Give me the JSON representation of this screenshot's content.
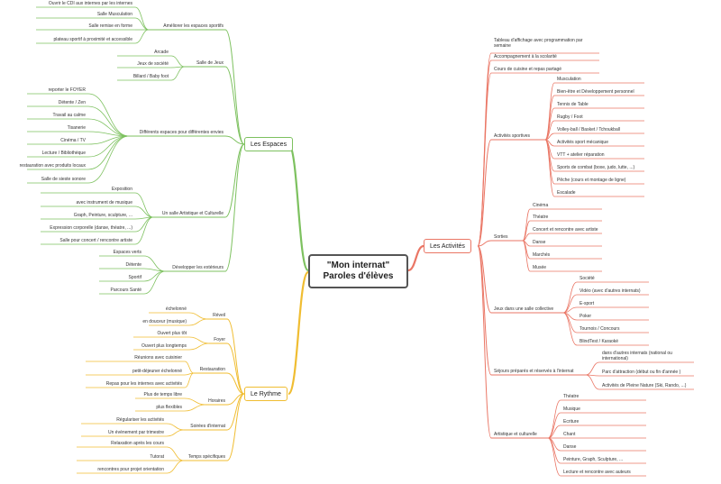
{
  "center": {
    "line1": "\"Mon internat\"",
    "line2": "Paroles d'élèves"
  },
  "colors": {
    "espaces": "#7dc15f",
    "rythme": "#f0bd32",
    "activites": "#ea7665",
    "center_border": "#555555"
  },
  "espaces": {
    "label": "Les Espaces",
    "groups": [
      {
        "label": "Améliorer les espaces sportifs",
        "items": [
          "Ouvrir le CDI aux internes par les internes",
          "Salle Musculation",
          "Salle remise en forme",
          "plateau sportif à proximité et accessible"
        ]
      },
      {
        "label": "Salle de Jeux",
        "items": [
          "Arcade",
          "Jeux de société",
          "Billard / Baby foot"
        ]
      },
      {
        "label": "Différents espaces pour différentes envies",
        "items": [
          "reporter le FOYER",
          "Détente / Zen",
          "Travail au calme",
          "Tisanerie",
          "Cinéma / TV",
          "Lecture / Bibliothèque",
          "restauration avec produits locaux",
          "Salle de sieste sonore"
        ]
      },
      {
        "label": "Un salle Artistique et Culturelle",
        "items": [
          "Exposition",
          "avec instrument de musique",
          "Graph, Peinture, sculpture, ...",
          "Expression corporelle (danse, théatre, ...)",
          "Salle pour concert / rencontre artiste"
        ]
      },
      {
        "label": "Développer les extérieurs",
        "items": [
          "Espaces verts",
          "Détente",
          "Sportif",
          "Parcours Santé"
        ]
      }
    ]
  },
  "rythme": {
    "label": "Le Rythme",
    "groups": [
      {
        "label": "Réveil",
        "items": [
          "échelonné",
          "en douceur (musique)"
        ]
      },
      {
        "label": "Foyer",
        "items": [
          "Ouvert plus tôt",
          "Ouvert plus longtemps"
        ]
      },
      {
        "label": "Restauration",
        "items": [
          "Réunions avec cuisinier",
          "petit-déjeuner échelonné",
          "Repas pour les internes avec activités"
        ]
      },
      {
        "label": "Horaires",
        "items": [
          "Plus de temps libre",
          "plus flexibles"
        ]
      },
      {
        "label": "Soirées d'internat",
        "items": [
          "Régulariser les activités",
          "Un évènement par trimestre"
        ]
      },
      {
        "label": "Temps spécifiques",
        "items": [
          "Relaxation après les cours",
          "Tutorat",
          "rencontres pour projet orientation"
        ]
      }
    ]
  },
  "activites": {
    "label": "Les Activités",
    "direct": [
      "Tableau d'affichage avec programmation par semaine",
      "Accompagnement à la scolarité",
      "Cours de cuisine et repas partagé"
    ],
    "groups": [
      {
        "label": "Activités sportives",
        "items": [
          "Musculation",
          "Bien-être et Développement personnel",
          "Tennis de Table",
          "Rugby / Foot",
          "Volley-ball / Basket / Tchoukball",
          "Activités sport mécanique",
          "VTT + atelier réparation",
          "Sports de combat (boxe, judo, lutte, ...)",
          "Pêche (cours et montage de ligne)",
          "Escalade"
        ]
      },
      {
        "label": "Sorties",
        "items": [
          "Cinéma",
          "Théatre",
          "Concert et rencontre avec artiste",
          "Danse",
          "Marchés",
          "Musée"
        ]
      },
      {
        "label": "Jeux dans une salle collective",
        "items": [
          "Société",
          "Vidéo (avec d'autres internats)",
          "E-sport",
          "Poker",
          "Tournois / Concours",
          "BlindTest / Karaoké"
        ]
      },
      {
        "label": "Séjours préparés et réservés à l'internat",
        "items": [
          "dans d'autres internats (national ou international)",
          "Parc d'attraction (début ou fin d'année )",
          "Activités de Pleine Nature (Ski, Rando, ...)"
        ]
      },
      {
        "label": "Artistique et culturelle",
        "items": [
          "Théatre",
          "Musique",
          "Ecriture",
          "Chant",
          "Danse",
          "Peinture, Graph, Sculpture, ...",
          "Lecture et rencontre avec auteurs"
        ]
      }
    ]
  }
}
